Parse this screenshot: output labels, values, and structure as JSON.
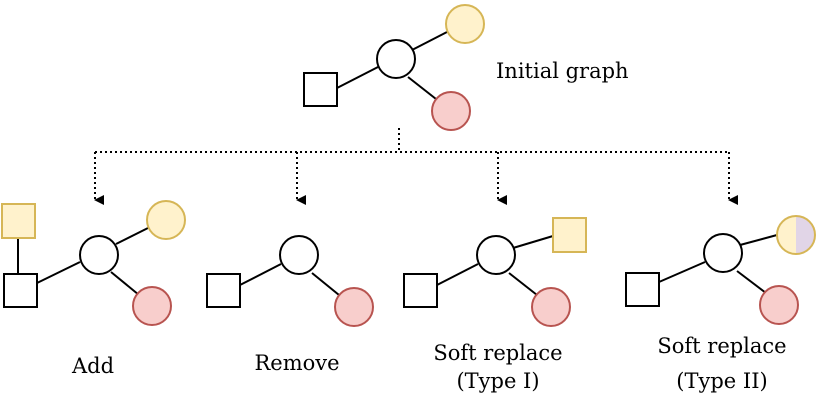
{
  "labels": {
    "initial": "Initial graph",
    "add": "Add",
    "remove": "Remove",
    "soft_replace_1": "Soft replace",
    "type_1": "(Type I)",
    "soft_replace_2": "Soft replace",
    "type_2": "(Type II)"
  },
  "colors": {
    "stroke": "#000000",
    "yellow_fill": "#fff2cc",
    "yellow_stroke": "#d6b656",
    "red_fill": "#f8cecc",
    "red_stroke": "#b85450",
    "purple_fill": "#e1d5e7",
    "white_fill": "#ffffff"
  }
}
